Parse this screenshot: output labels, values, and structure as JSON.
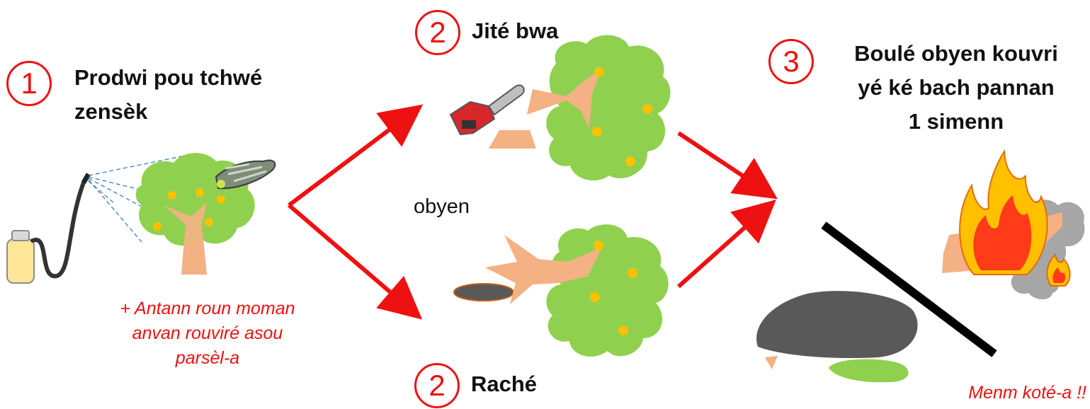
{
  "steps": [
    {
      "number": "1",
      "title_lines": [
        "Prodwi pou tchwé",
        "zensèk"
      ]
    },
    {
      "number": "2",
      "title": "Jité bwa"
    },
    {
      "number": "2",
      "title": "Raché"
    },
    {
      "number": "3",
      "title_lines": [
        "Boulé obyen kouvri",
        "yé ké bach pannan",
        "1 simenn"
      ]
    }
  ],
  "connector_word": "obyen",
  "notes": {
    "step1": [
      "+ Antann roun moman",
      "anvan rouviré asou",
      "parsèl-a"
    ],
    "step3": "Menm koté-a !!"
  },
  "colors": {
    "accent_red": "#ee1111",
    "tree_green": "#8fd14f",
    "fruit_orange": "#ffc000",
    "trunk": "#f4b183",
    "tarp": "#595959"
  },
  "icons": [
    "sprayer-icon",
    "insect-icon",
    "chainsaw-icon",
    "tree-icon",
    "stump-icon",
    "pit-icon",
    "fire-icon",
    "smoke-icon",
    "tarp-icon"
  ]
}
